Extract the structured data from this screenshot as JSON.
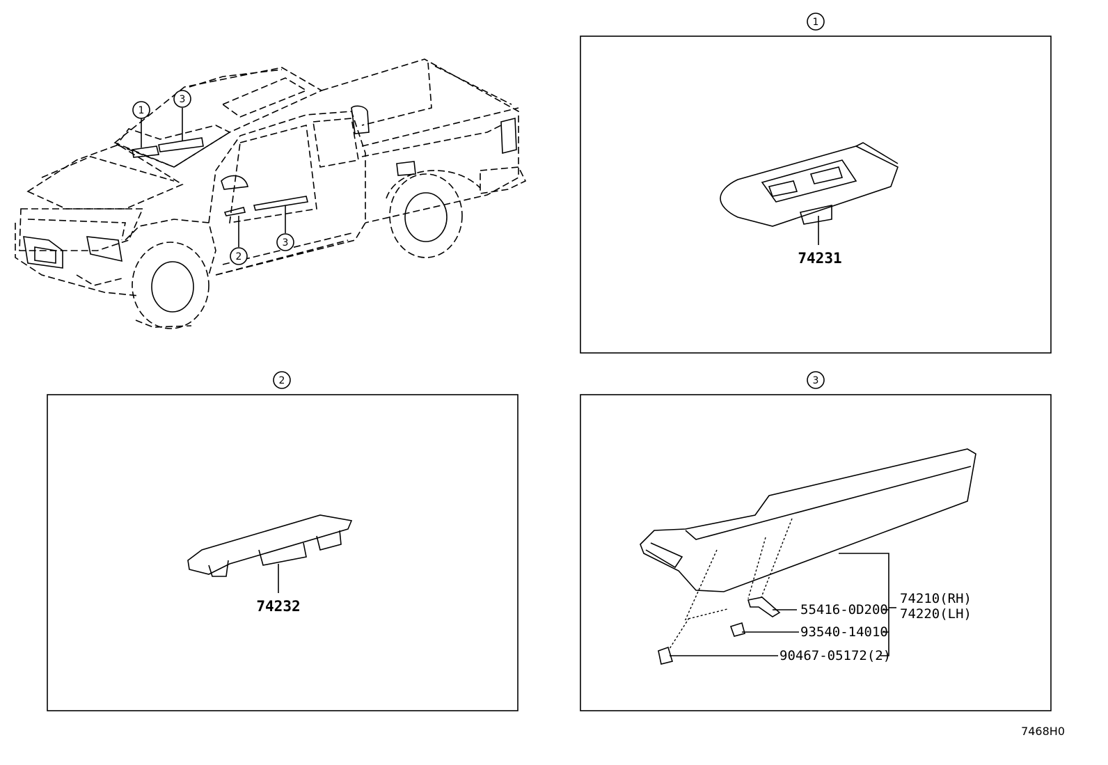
{
  "callouts": {
    "c1": "1",
    "c2": "2",
    "c3": "3"
  },
  "panels": {
    "p1": {
      "marker": "1",
      "part": "74231"
    },
    "p2": {
      "marker": "2",
      "part": "74232"
    },
    "p3": {
      "marker": "3",
      "rh": "74210(RH)",
      "lh": "74220(LH)",
      "clip": "55416-0D200",
      "screw": "93540-14010",
      "clip2": "90467-05172(2)"
    }
  },
  "footer": {
    "code": "7468H0"
  }
}
